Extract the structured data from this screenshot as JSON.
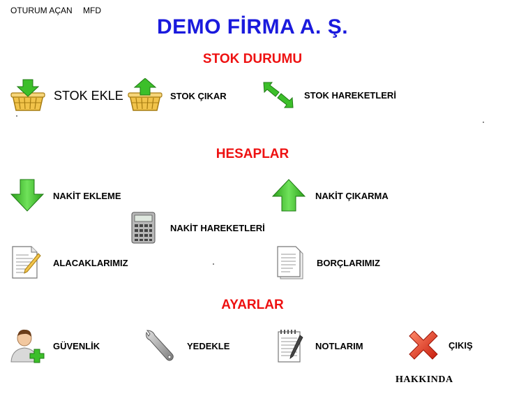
{
  "header": {
    "session_label": "OTURUM AÇAN",
    "user": "MFD",
    "company_title": "DEMO FİRMA A. Ş."
  },
  "sections": {
    "stock": {
      "title": "STOK DURUMU",
      "add_stock": "STOK EKLE",
      "remove_stock": "STOK ÇIKAR",
      "stock_movements": "STOK HAREKETLERİ"
    },
    "accounts": {
      "title": "HESAPLAR",
      "cash_in": "NAKİT EKLEME",
      "cash_out": "NAKİT ÇIKARMA",
      "cash_movements": "NAKİT HAREKETLERİ",
      "receivables": "ALACAKLARIMIZ",
      "payables": "BORÇLARIMIZ"
    },
    "settings": {
      "title": "AYARLAR",
      "security": "GÜVENLİK",
      "backup": "YEDEKLE",
      "notes": "NOTLARIM",
      "exit": "ÇIKIŞ"
    }
  },
  "footer": {
    "about": "HAKKINDA"
  },
  "icons": {
    "stock_add": "basket-down-arrow-icon",
    "stock_remove": "basket-up-arrow-icon",
    "stock_movements": "exchange-arrows-icon",
    "cash_in": "down-arrow-icon",
    "cash_out": "up-arrow-icon",
    "cash_movements": "calculator-icon",
    "receivables": "document-pencil-icon",
    "payables": "document-icon",
    "security": "user-plus-icon",
    "backup": "wrench-icon",
    "notes": "notepad-pen-icon",
    "exit": "red-x-icon"
  },
  "colors": {
    "title_blue": "#1a1add",
    "section_red": "#ee1111",
    "arrow_green": "#3cbf2a"
  }
}
